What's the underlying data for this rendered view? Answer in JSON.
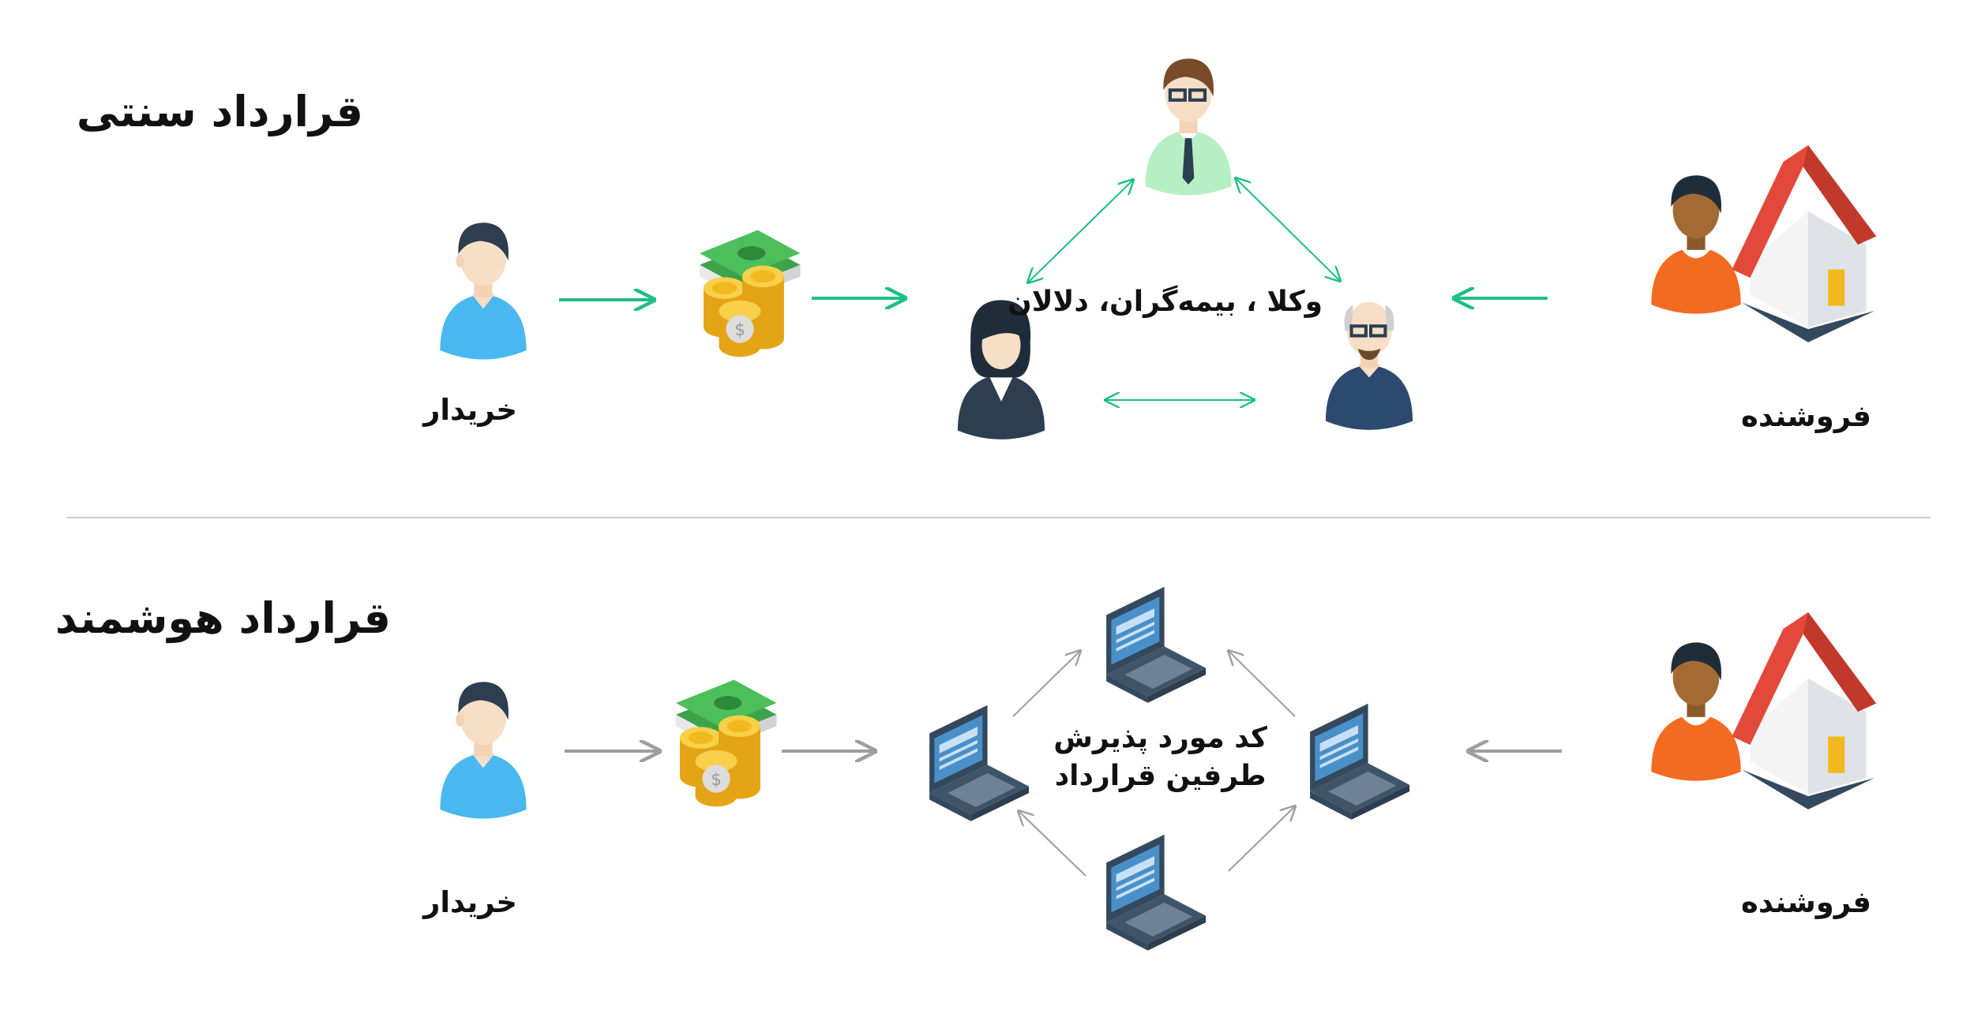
{
  "traditional": {
    "title": "قرارداد سنتی",
    "buyer_label": "خریدار",
    "seller_label": "فروشنده",
    "intermediaries_label": "وکلا ، بیمه‌گران، دلالان"
  },
  "smart": {
    "title": "قرارداد هوشمند",
    "buyer_label": "خریدار",
    "seller_label": "فروشنده",
    "center_line1": "کد مورد پذیرش",
    "center_line2": "طرفین قرارداد"
  },
  "colors": {
    "arrow_traditional": "#1dbf84",
    "arrow_smart": "#9e9e9e",
    "divider": "#cccccc",
    "buyer_shirt": "#4ab8f0",
    "seller_shirt": "#f36b21",
    "house_roof": "#e2493b",
    "laptop_screen": "#4a90c8",
    "money_green": "#3da34a",
    "coin_gold": "#f2b91f"
  }
}
